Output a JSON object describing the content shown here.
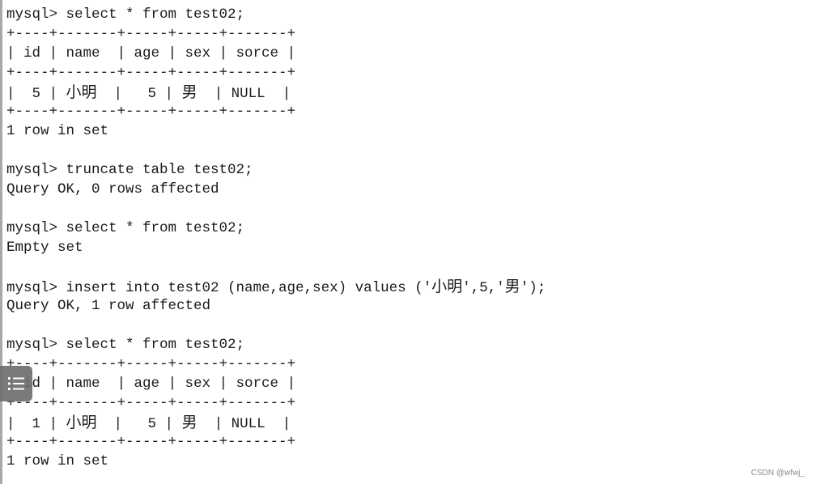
{
  "terminal": {
    "lines": [
      "mysql> select * from test02;",
      "+----+-------+-----+-----+-------+",
      "| id | name  | age | sex | sorce |",
      "+----+-------+-----+-----+-------+",
      "|  5 | 小明  |   5 | 男  | NULL  |",
      "+----+-------+-----+-----+-------+",
      "1 row in set",
      "",
      "mysql> truncate table test02;",
      "Query OK, 0 rows affected",
      "",
      "mysql> select * from test02;",
      "Empty set",
      "",
      "mysql> insert into test02 (name,age,sex) values ('小明',5,'男');",
      "Query OK, 1 row affected",
      "",
      "mysql> select * from test02;",
      "+----+-------+-----+-----+-------+",
      "| id | name  | age | sex | sorce |",
      "+----+-------+-----+-----+-------+",
      "|  1 | 小明  |   5 | 男  | NULL  |",
      "+----+-------+-----+-----+-------+",
      "1 row in set"
    ]
  },
  "side_button": {
    "icon": "list-icon"
  },
  "watermark": "CSDN @wfwj_",
  "colors": {
    "text": "#1a1a1a",
    "background": "#ffffff",
    "side_button": "#6f6f6f"
  }
}
